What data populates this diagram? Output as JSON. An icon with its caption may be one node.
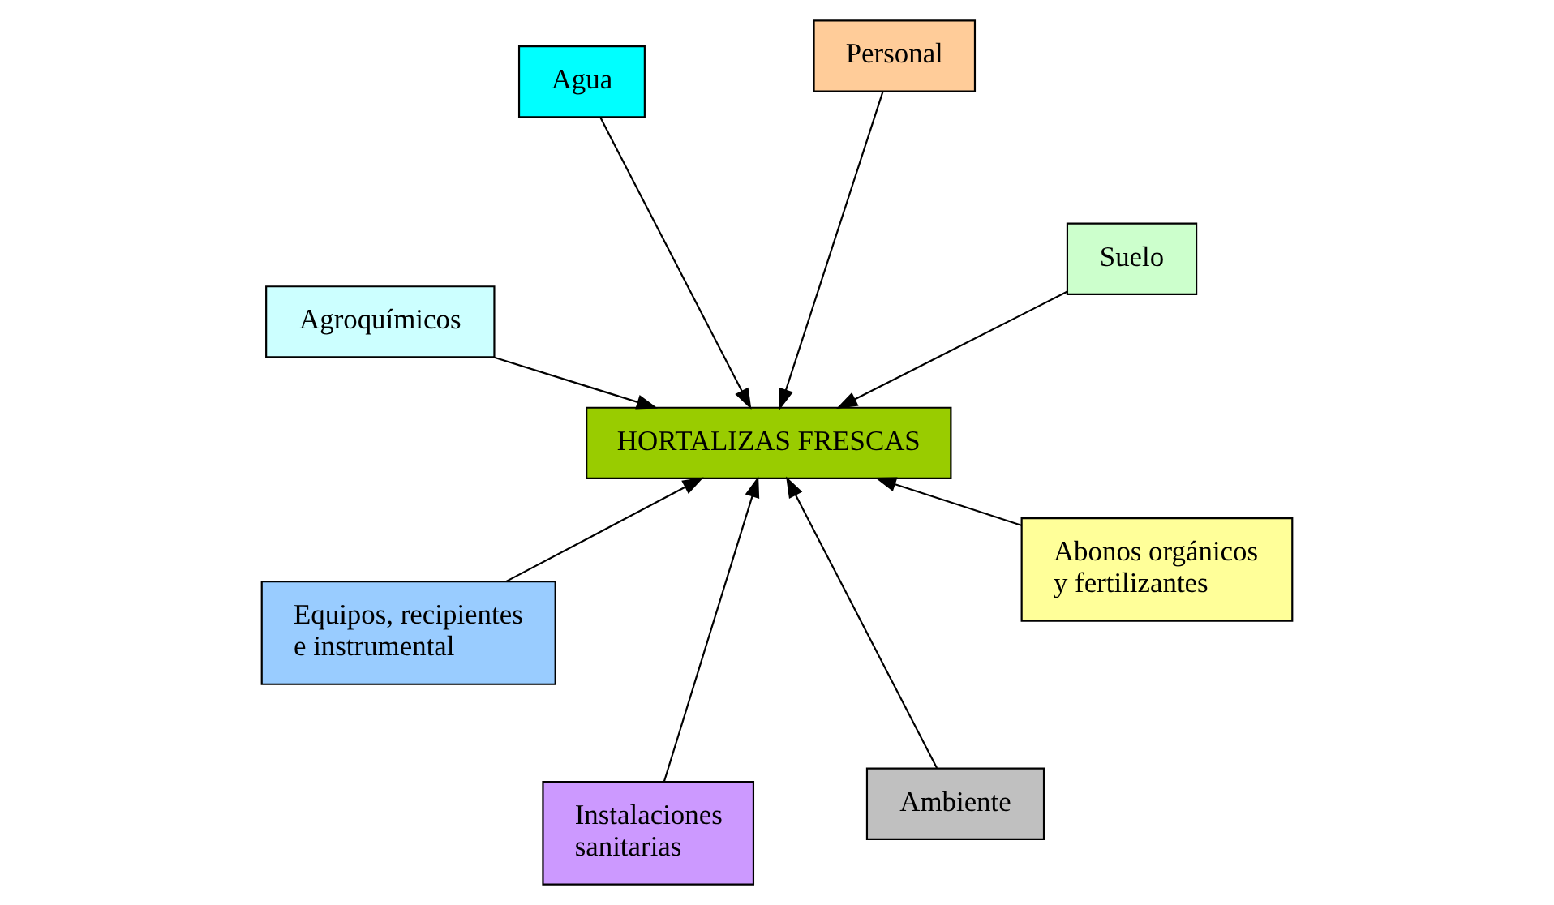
{
  "diagram": {
    "nodes": [
      {
        "text": [
          "Agroquímicos"
        ]
      },
      {
        "text": [
          "Suelo"
        ]
      },
      {
        "text": [
          "Instalaciones sanitarias"
        ]
      },
      {
        "text": [
          "HORTALIZAS FRESCAS"
        ]
      },
      {
        "text": [
          "Personal"
        ]
      },
      {
        "text": [
          "Agua"
        ]
      },
      {
        "text": [
          "Equipos, recipientes e instrumental"
        ]
      },
      {
        "text": [
          "Abonos orgánicos y fertilizantes"
        ]
      },
      {
        "text": [
          "Ambiente"
        ]
      }
    ],
    "edges": [
      {
        "from": 0,
        "to": 3,
        "arrow": "to"
      },
      {
        "from": 1,
        "to": 3,
        "arrow": "to"
      },
      {
        "from": 2,
        "to": 3,
        "arrow": "to"
      },
      {
        "from": 4,
        "to": 3,
        "arrow": "to"
      },
      {
        "from": 5,
        "to": 3,
        "arrow": "to"
      },
      {
        "from": 6,
        "to": 3,
        "arrow": "to"
      },
      {
        "from": 7,
        "to": 3,
        "arrow": "to"
      },
      {
        "from": 8,
        "to": 3,
        "arrow": "to"
      }
    ]
  }
}
